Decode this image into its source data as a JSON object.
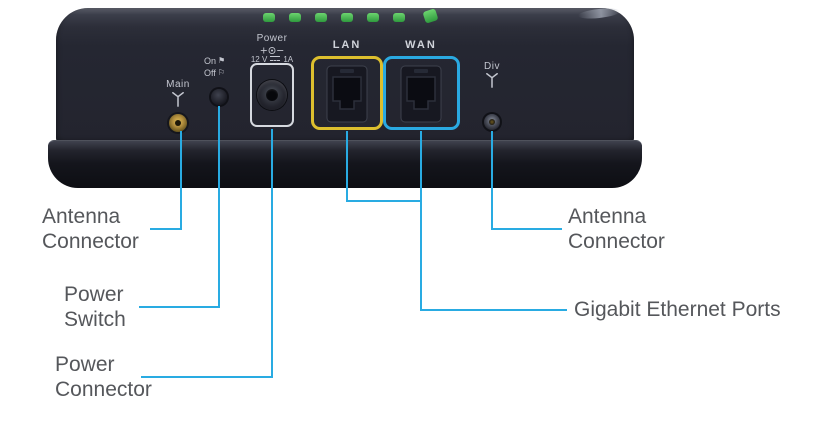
{
  "device": {
    "panel": {
      "main": "Main",
      "div": "Div",
      "on": "On",
      "off": "Off",
      "power": "Power",
      "voltage": "12 V",
      "amperage": "1A",
      "lan": "LAN",
      "wan": "WAN"
    },
    "leds": {
      "count": 7
    },
    "colors": {
      "body_dark": "#23242e",
      "led_green": "#3fae4c",
      "lan_outline": "#ddbf2e",
      "wan_outline": "#2aa9e1"
    }
  },
  "icons": {
    "on_flag": "⚑",
    "off_flag": "⚐"
  },
  "callouts": {
    "accent_color": "#29abe2",
    "text_color": "#55575b",
    "antenna_left": {
      "line1": "Antenna",
      "line2": "Connector"
    },
    "power_switch": {
      "line1": "Power",
      "line2": "Switch"
    },
    "power_connector": {
      "line1": "Power",
      "line2": "Connector"
    },
    "antenna_right": {
      "line1": "Antenna",
      "line2": "Connector"
    },
    "gigabit_ethernet": {
      "label": "Gigabit Ethernet Ports"
    }
  }
}
